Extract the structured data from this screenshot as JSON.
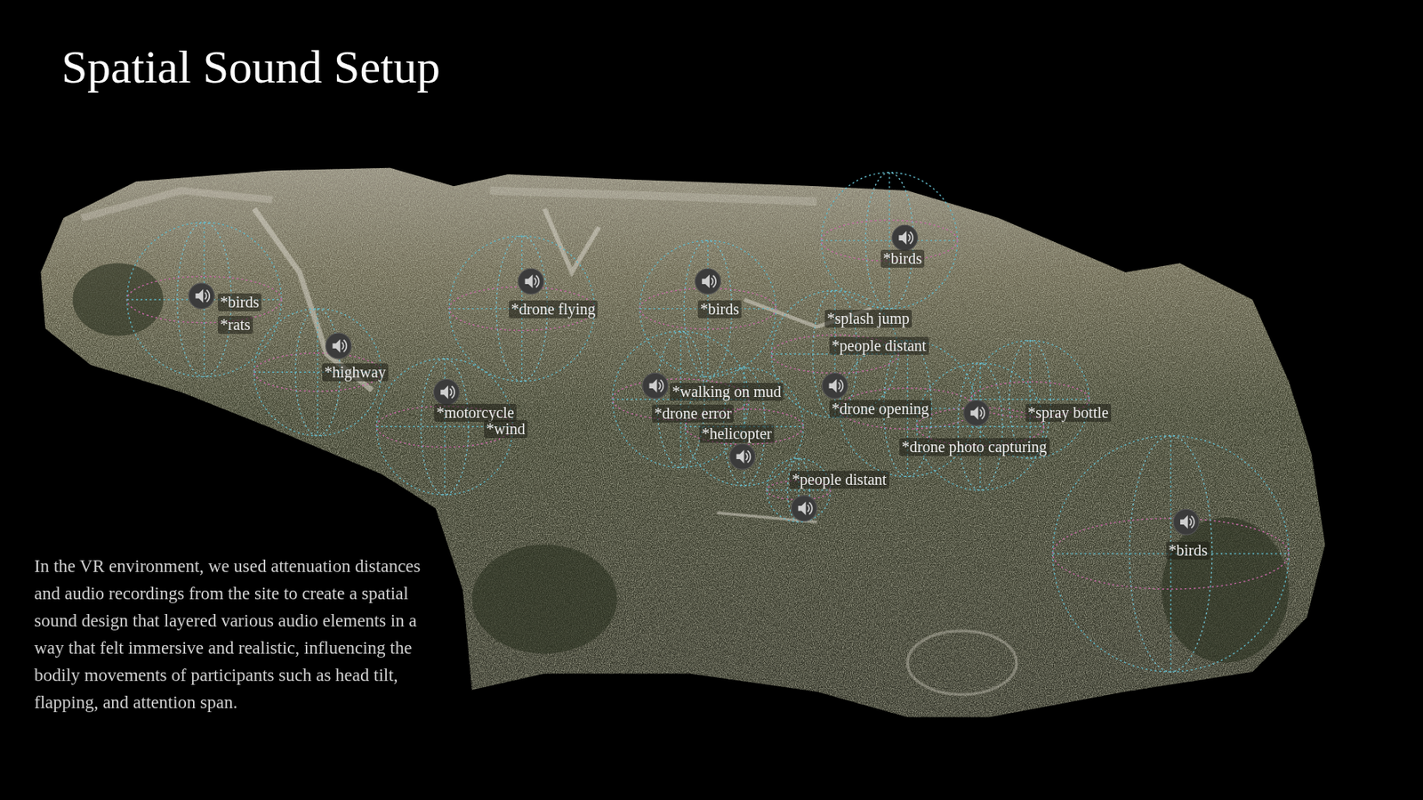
{
  "diagram": {
    "title": "Spatial Sound Setup",
    "caption": "In the VR environment, we used attenuation distances and audio recordings from the site to create a spatial sound design that layered various audio elements in a way that felt immersive and realistic, influencing the bodily movements of participants such as head tilt, flapping, and attention span.",
    "labels": [
      "*birds",
      "*rats",
      "*highway",
      "*drone flying",
      "*motorcycle",
      "*wind",
      "*birds",
      "*birds",
      "*splash jump",
      "*people distant",
      "*walking on mud",
      "*drone error",
      "*helicopter",
      "*drone opening",
      "*spray bottle",
      "*drone photo capturing",
      "*people distant",
      "*birds"
    ]
  }
}
